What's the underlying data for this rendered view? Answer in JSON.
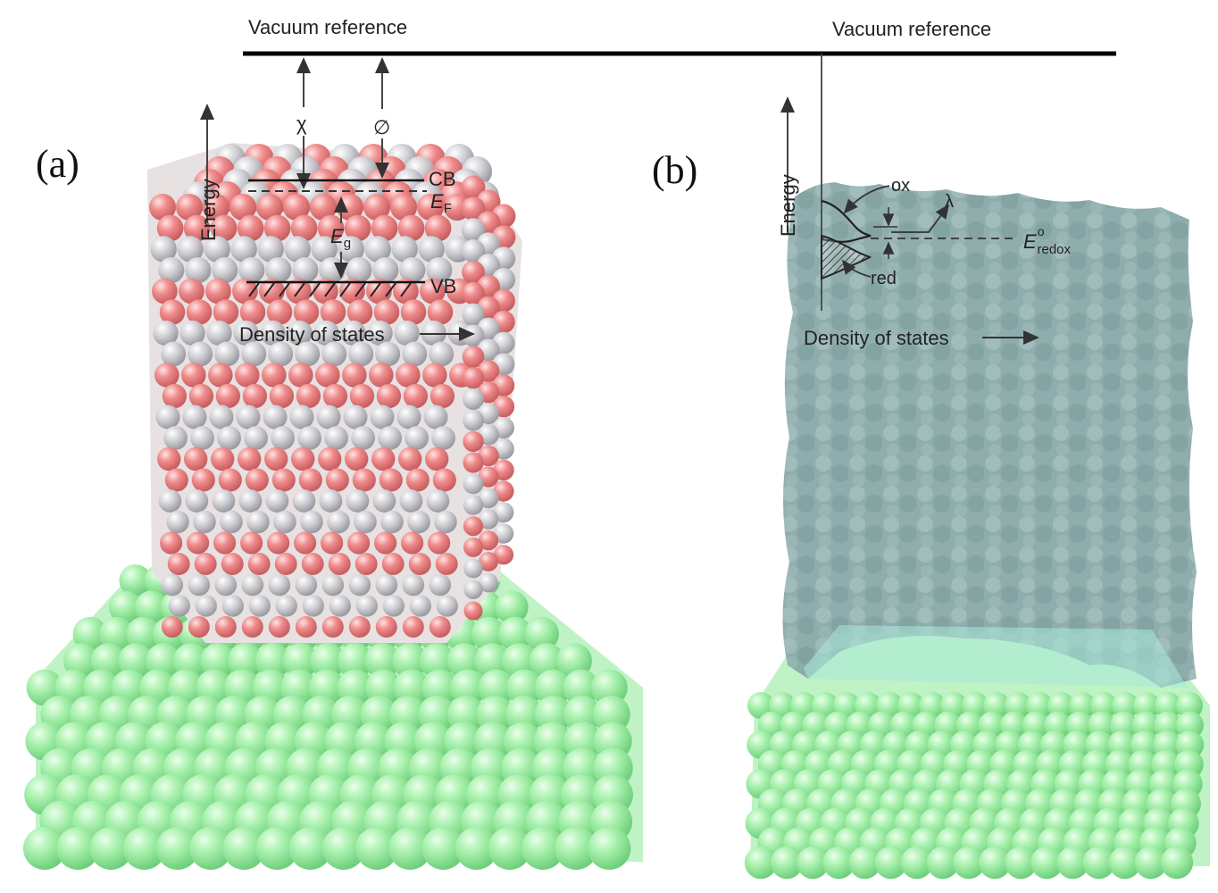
{
  "panel_a": {
    "label": "(a)",
    "vacuum_label": "Vacuum reference",
    "energy_label": "Energy",
    "chi_label": "χ",
    "phi_label": "∅",
    "cb_label": "CB",
    "ef_main": "E",
    "ef_sub": "F",
    "eg_main": "E",
    "eg_sub": "g",
    "vb_label": "VB",
    "dos_label": "Density of states",
    "colors": {
      "oxygen": "#e8747a",
      "metal": "#bfbfc4",
      "substrate": "#8ee89a"
    }
  },
  "panel_b": {
    "label": "(b)",
    "vacuum_label": "Vacuum reference",
    "energy_label": "Energy",
    "ox_label": "ox",
    "red_label": "red",
    "lambda_label": "λ",
    "eredox_main": "E",
    "eredox_sup": "o",
    "eredox_sub": "redox",
    "dos_label": "Density of states",
    "colors": {
      "water": "#7fa4a4",
      "substrate": "#8ee89a"
    }
  }
}
